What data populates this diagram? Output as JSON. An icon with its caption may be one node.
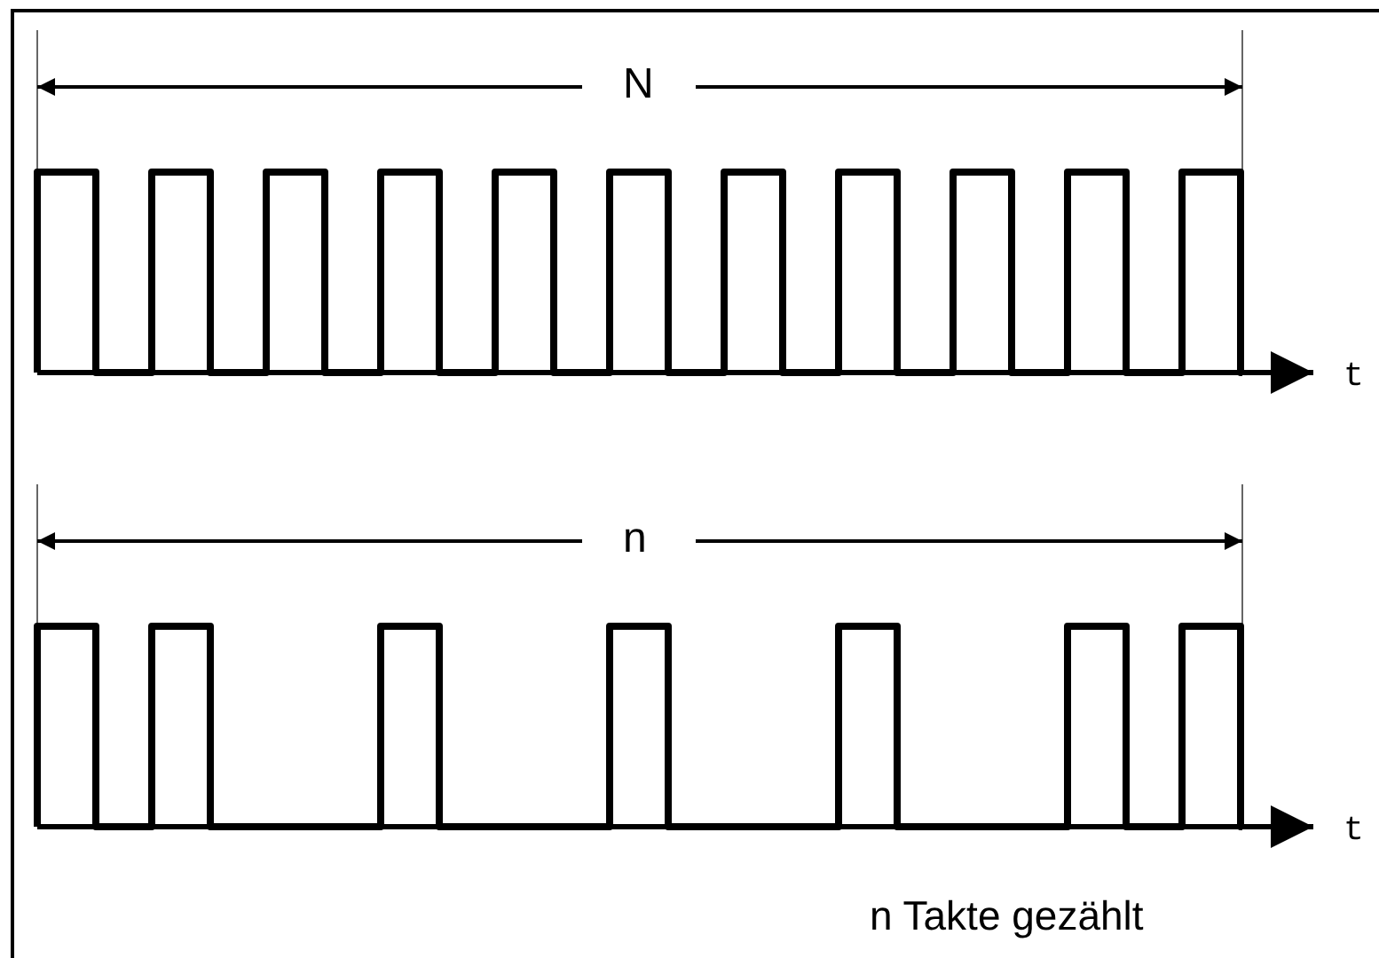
{
  "diagram": {
    "labels": [
      "N",
      "t",
      "n",
      "t",
      "n Takte gezählt"
    ]
  }
}
